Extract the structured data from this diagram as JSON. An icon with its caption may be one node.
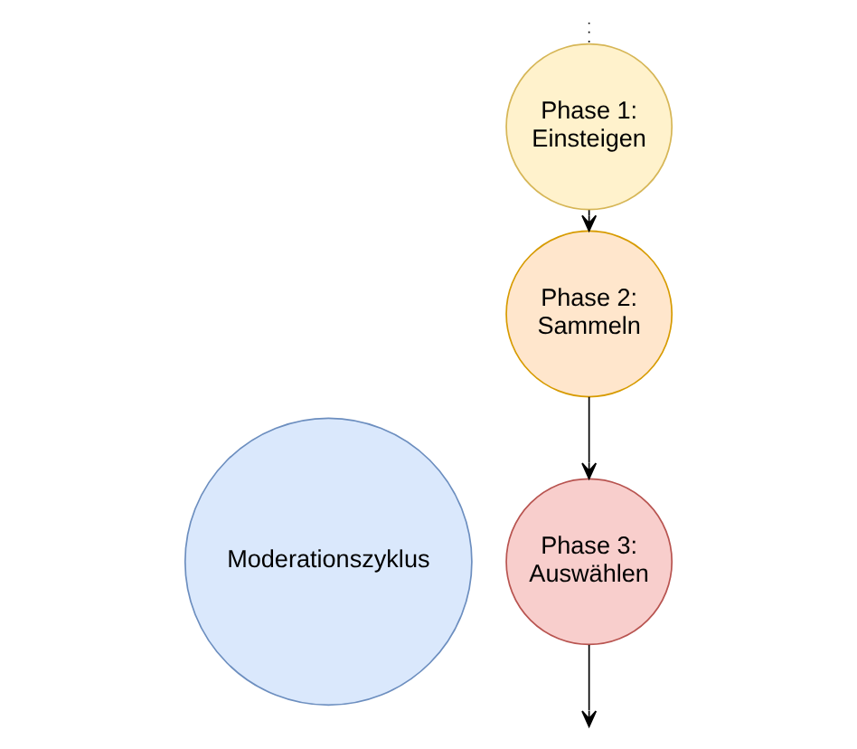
{
  "diagram": {
    "nodes": [
      {
        "text": [
          "Moderationszyklus"
        ]
      },
      {
        "text": [
          "Phase 1: Einsteigen"
        ]
      },
      {
        "text": [
          "Phase 2: Sammeln"
        ]
      },
      {
        "text": [
          "Phase 3: Auswählen"
        ]
      }
    ],
    "edges": [
      {
        "from": null,
        "to": 1,
        "arrow": "none",
        "style": "dashed"
      },
      {
        "from": 1,
        "to": 2,
        "arrow": "to"
      },
      {
        "from": 2,
        "to": 3,
        "arrow": "to"
      },
      {
        "from": 3,
        "to": null,
        "arrow": "to"
      }
    ]
  }
}
